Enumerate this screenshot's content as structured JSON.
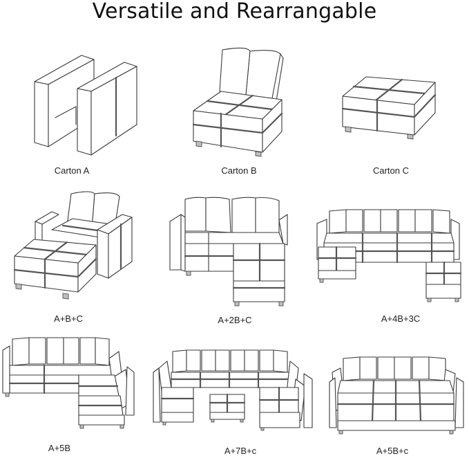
{
  "title": "Versatile and Rearrangable",
  "configs": [
    {
      "label": "Carton A"
    },
    {
      "label": "Carton B"
    },
    {
      "label": "Carton C"
    },
    {
      "label": "A+B+C"
    },
    {
      "label": "A+2B+C"
    },
    {
      "label": "A+4B+3C"
    },
    {
      "label": "A+5B"
    },
    {
      "label": "A+7B+c"
    },
    {
      "label": "A+5B+c"
    }
  ]
}
